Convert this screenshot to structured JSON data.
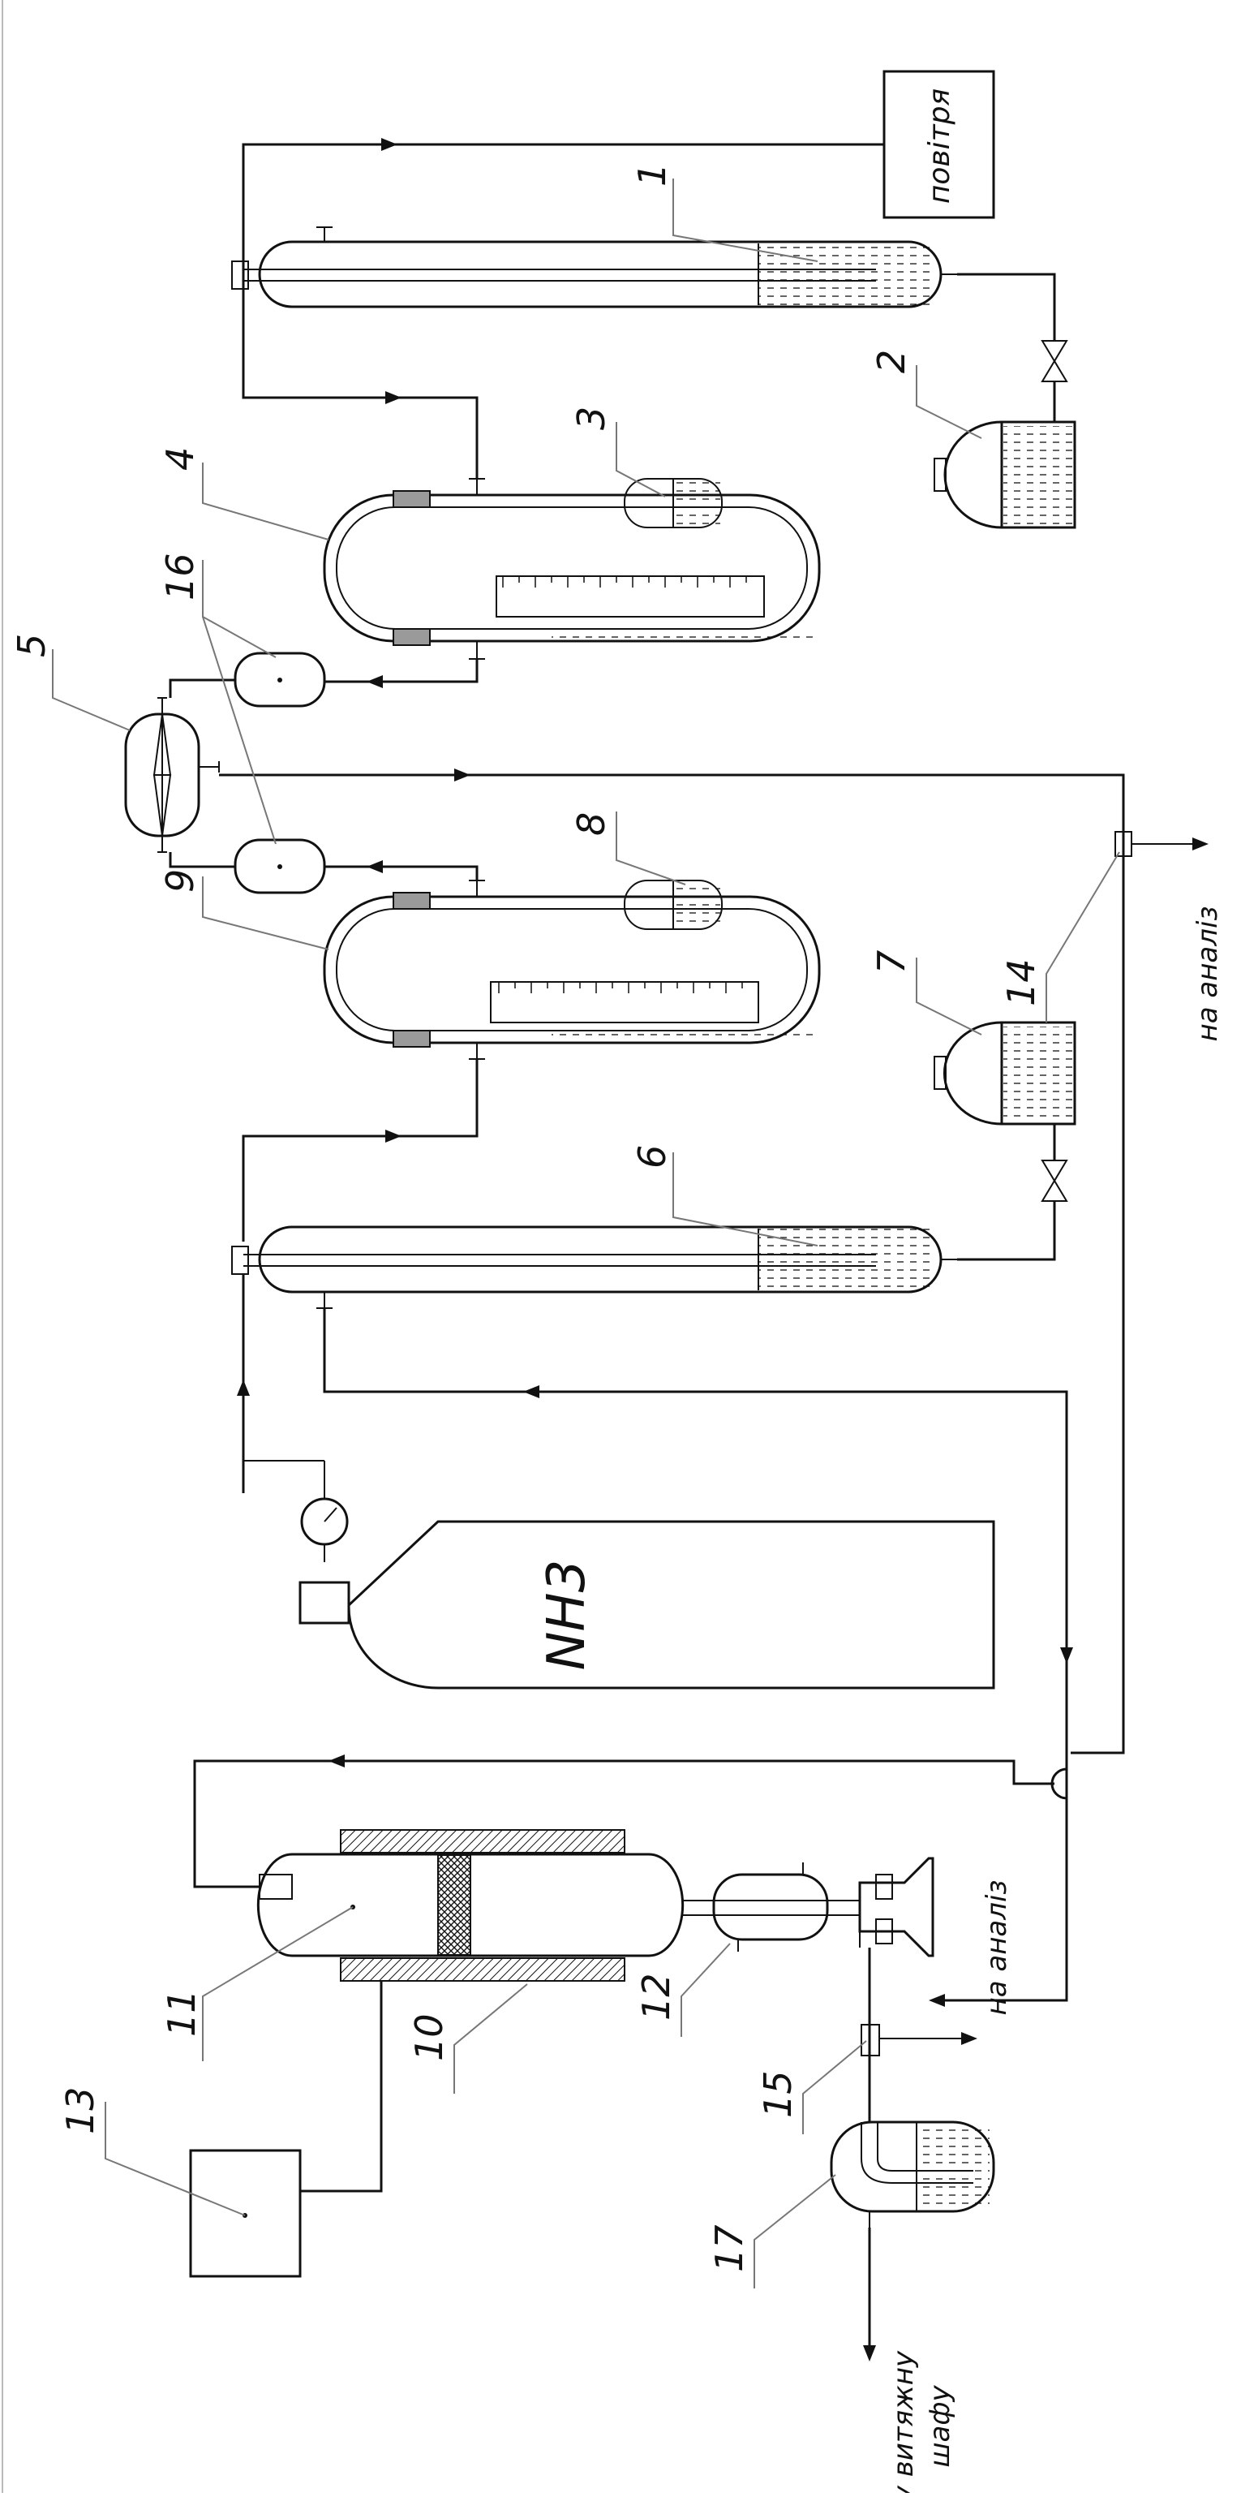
{
  "labels": {
    "air_box": "повітря",
    "ammonia": "NH3",
    "to_analysis_1": "на аналіз",
    "to_analysis_2": "на аналіз",
    "to_fume_hood_1": "у витяжну",
    "to_fume_hood_2": "шафу"
  },
  "numbers": {
    "n1": "1",
    "n2": "2",
    "n3": "3",
    "n4": "4",
    "n5": "5",
    "n6": "6",
    "n7": "7",
    "n8": "8",
    "n9": "9",
    "n10": "10",
    "n11": "11",
    "n12": "12",
    "n13": "13",
    "n14": "14",
    "n15": "15",
    "n16": "16",
    "n17": "17"
  }
}
